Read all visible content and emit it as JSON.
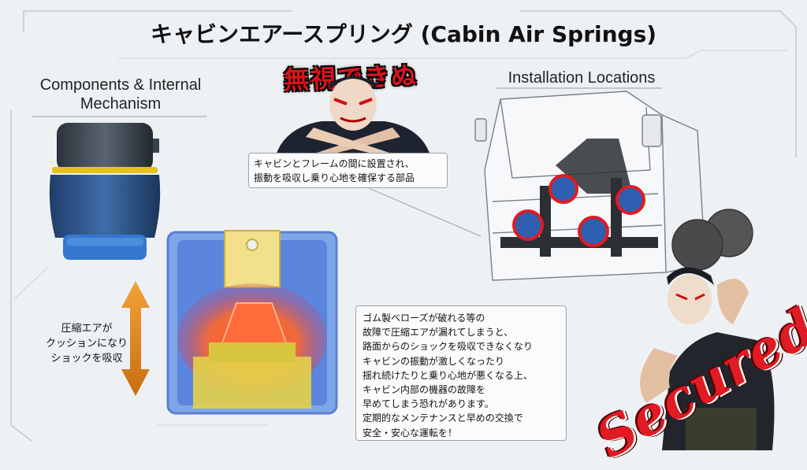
{
  "title": "キャビンエアースプリング (Cabin Air Springs)",
  "components_heading": "Components & Internal\nMechanism",
  "installation_heading": "Installation Locations",
  "banner_text": "無視できぬ",
  "callout_top": "キャビンとフレームの間に設置され、\n振動を吸収し乗り心地を確保する部品",
  "side_label": "圧縮エアが\nクッションになり\nショックを吸収",
  "callout_bottom": "ゴム製ベローズが破れる等の\n故障で圧縮エアが漏れてしまうと、\n路面からのショックを吸収できなくなり\nキャビンの振動が激しくなったり\n揺れ続けたりと乗り心地が悪くなる上、\nキャビン内部の機器の故障を\n早めてしまう恐れがあります。\n定期的なメンテナンスと早めの交換で\n安全・安心な運転を！",
  "secured_text": "Secured!",
  "colors": {
    "accent_red": "#e01b24",
    "spring_blue": "#2d6fc4",
    "arrow_orange": "#e8891c"
  }
}
